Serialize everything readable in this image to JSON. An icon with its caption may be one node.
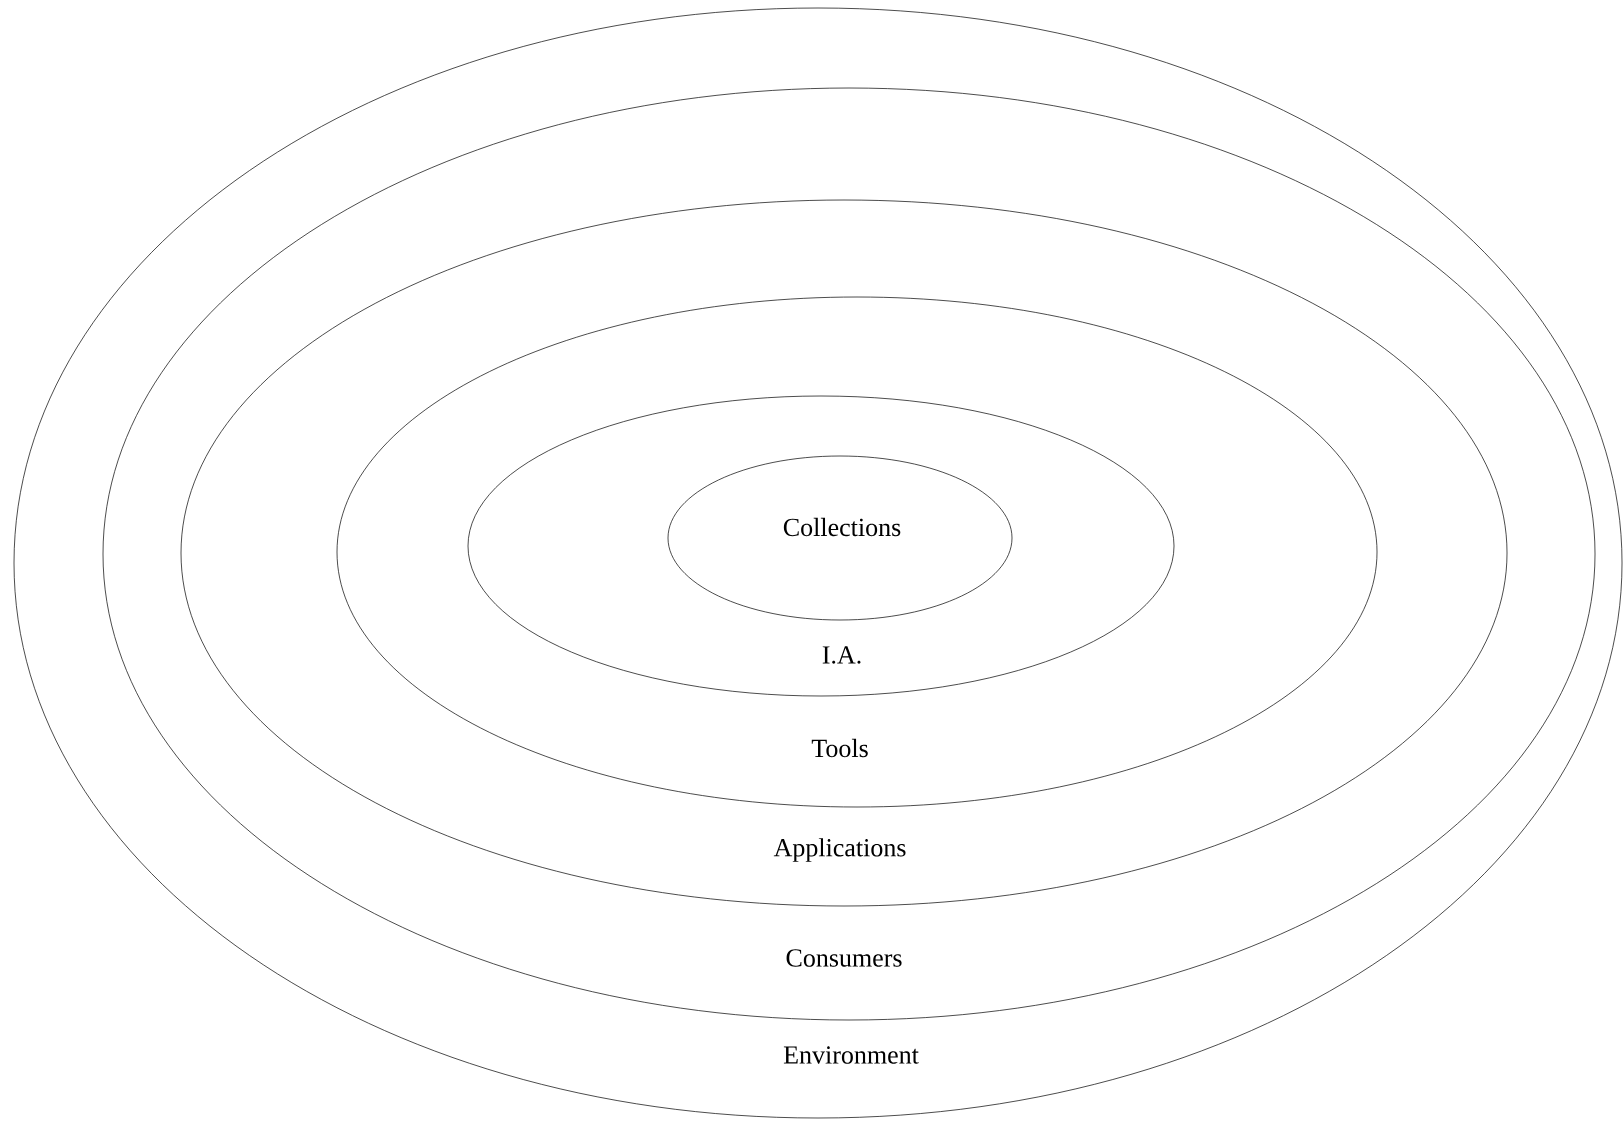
{
  "diagram": {
    "nodes": [
      {
        "text": [
          "Environment"
        ]
      },
      {
        "text": [
          "Consumers"
        ],
        "in": 0
      },
      {
        "text": [
          "Applications"
        ],
        "in": 1
      },
      {
        "text": [
          "Tools"
        ],
        "in": 2
      },
      {
        "text": [
          "I.A."
        ],
        "in": 3
      },
      {
        "text": [
          "Collections"
        ],
        "in": 4
      }
    ]
  }
}
